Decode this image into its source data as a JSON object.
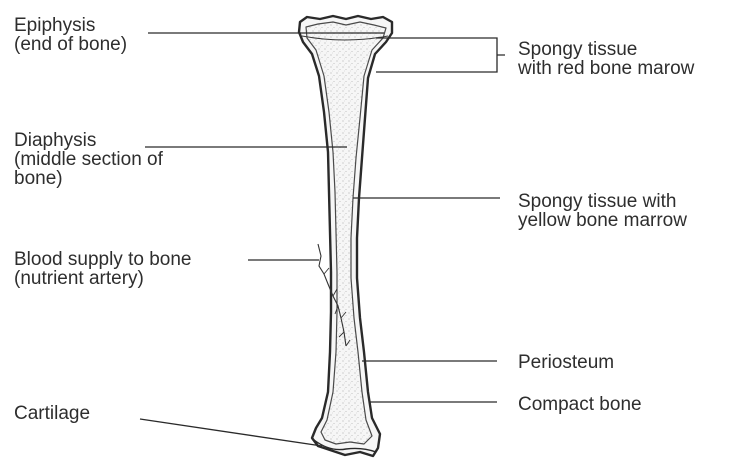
{
  "labels": {
    "epiphysis": {
      "line1": "Epiphysis",
      "line2": "(end of bone)"
    },
    "diaphysis": {
      "line1": "Diaphysis",
      "line2": "(middle section of",
      "line3": "bone)"
    },
    "blood_supply": {
      "line1": "Blood supply to bone",
      "line2": "(nutrient artery)"
    },
    "cartilage": {
      "line1": "Cartilage"
    },
    "spongy_red": {
      "line1": "Spongy tissue",
      "line2": "with red bone marow"
    },
    "spongy_yellow": {
      "line1": "Spongy tissue with",
      "line2": "yellow bone marrow"
    },
    "periosteum": {
      "line1": "Periosteum"
    },
    "compact_bone": {
      "line1": "Compact bone"
    }
  },
  "colors": {
    "line": "#2a2a2a",
    "bone_fill": "#f4f4f4",
    "stipple": "#9a9a9a"
  }
}
